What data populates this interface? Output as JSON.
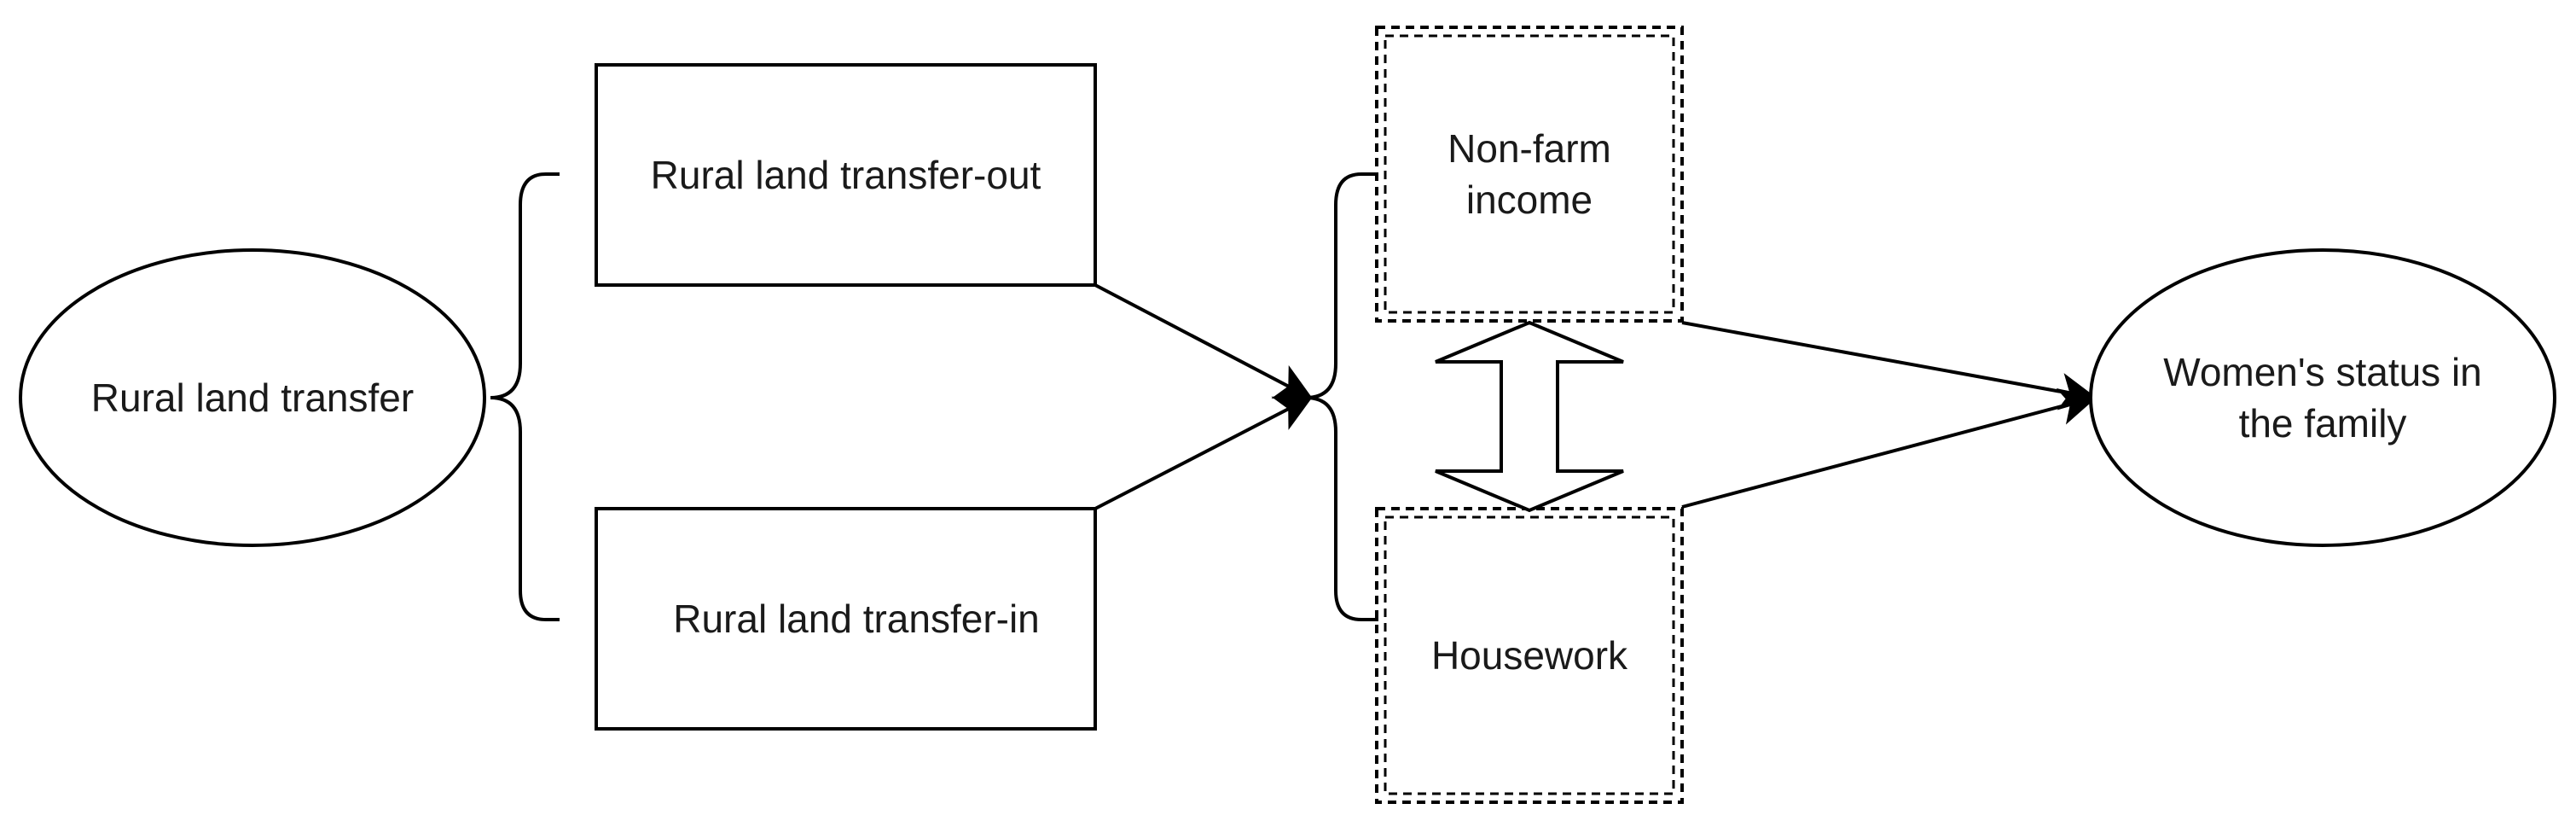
{
  "nodes": {
    "rural_land_transfer": "Rural land transfer",
    "transfer_out": "Rural land transfer-out",
    "transfer_in": "Rural land transfer-in",
    "non_farm_income": "Non-farm\nincome",
    "housework": "Housework",
    "womens_status": "Women's status in\nthe family"
  }
}
